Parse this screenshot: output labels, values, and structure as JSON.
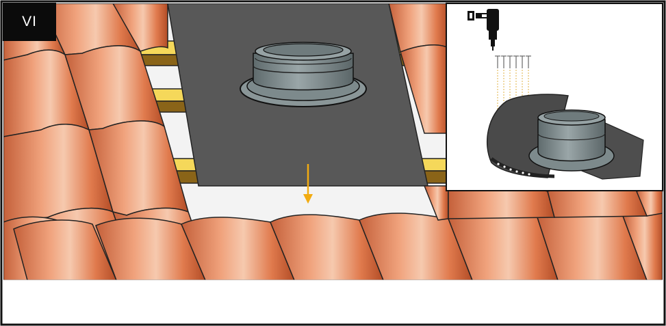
{
  "step": {
    "label": "VI"
  },
  "scene": {
    "subject": "roof-flashing-installation",
    "parts": [
      "clay-roof-tiles",
      "wooden-battens",
      "flashing-sheet",
      "pipe-boot-collar",
      "placement-arrow"
    ],
    "inset": {
      "parts": [
        "screw-gun",
        "screws",
        "flashing-sheet",
        "pipe-boot-collar"
      ],
      "screw_count": 6
    }
  },
  "colors": {
    "tile": "#e8845a",
    "tile_highlight": "#f5c4a6",
    "tile_shadow": "#b8502c",
    "batten_yellow": "#f5d85a",
    "batten_brown": "#8a6418",
    "flashing": "#585858",
    "collar": "#7d8a8c",
    "arrow": "#f2ab10",
    "frame": "#111111"
  }
}
